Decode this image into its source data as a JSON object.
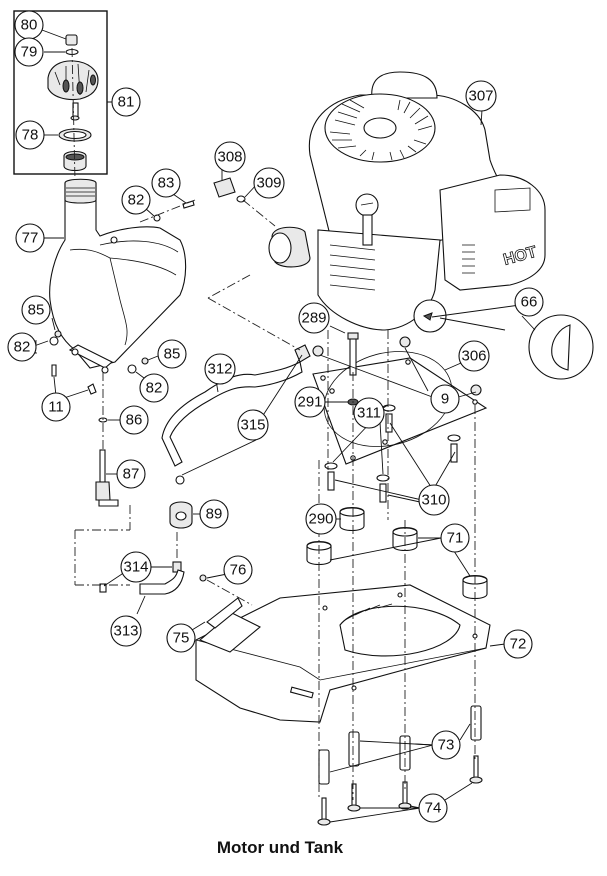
{
  "caption": "Motor und Tank",
  "inset_label": "81",
  "engine_label": "HOT",
  "callouts": [
    {
      "id": "80",
      "part": "fuel-cap-vent-plug"
    },
    {
      "id": "79",
      "part": "washer"
    },
    {
      "id": "81",
      "part": "fuel-cap-assembly"
    },
    {
      "id": "78",
      "part": "seal-ring"
    },
    {
      "id": "77",
      "part": "fuel-tank"
    },
    {
      "id": "83",
      "part": "bolt"
    },
    {
      "id": "82",
      "part": "washer"
    },
    {
      "id": "82",
      "part": "washer"
    },
    {
      "id": "82",
      "part": "washer"
    },
    {
      "id": "85",
      "part": "nut"
    },
    {
      "id": "85",
      "part": "nut"
    },
    {
      "id": "11",
      "part": "bolt"
    },
    {
      "id": "86",
      "part": "washer"
    },
    {
      "id": "87",
      "part": "fuel-valve"
    },
    {
      "id": "308",
      "part": "fitting"
    },
    {
      "id": "309",
      "part": "seal"
    },
    {
      "id": "307",
      "part": "engine"
    },
    {
      "id": "66",
      "part": "key"
    },
    {
      "id": "289",
      "part": "bolt"
    },
    {
      "id": "306",
      "part": "mounting-plate"
    },
    {
      "id": "9",
      "part": "nut"
    },
    {
      "id": "291",
      "part": "washer"
    },
    {
      "id": "311",
      "part": "washer"
    },
    {
      "id": "310",
      "part": "bolt"
    },
    {
      "id": "312",
      "part": "fuel-hose"
    },
    {
      "id": "315",
      "part": "hose-clamp"
    },
    {
      "id": "89",
      "part": "fuel-filter"
    },
    {
      "id": "290",
      "part": "rubber-mount"
    },
    {
      "id": "71",
      "part": "rubber-mount"
    },
    {
      "id": "314",
      "part": "hose-clamp"
    },
    {
      "id": "313",
      "part": "fuel-hose"
    },
    {
      "id": "76",
      "part": "screw"
    },
    {
      "id": "75",
      "part": "bracket"
    },
    {
      "id": "72",
      "part": "deck-frame"
    },
    {
      "id": "73",
      "part": "spacer"
    },
    {
      "id": "74",
      "part": "bolt"
    }
  ]
}
